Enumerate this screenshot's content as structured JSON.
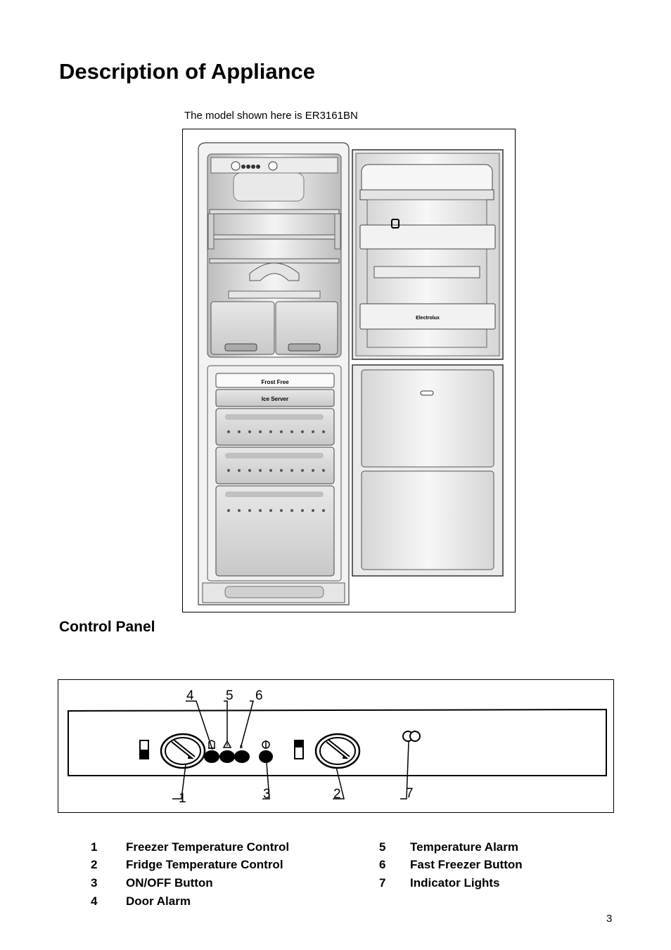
{
  "page": {
    "title": "Description of Appliance",
    "model_caption": "The model shown here is ER3161BN",
    "page_number": "3"
  },
  "illustration": {
    "frost_free_label": "Frost Free",
    "ice_server_label": "Ice Server",
    "brand_label": "Electrolux"
  },
  "control_panel": {
    "heading": "Control Panel",
    "callouts": [
      "1",
      "2",
      "3",
      "4",
      "5",
      "6",
      "7"
    ]
  },
  "legend": [
    {
      "num": "1",
      "label": "Freezer Temperature Control"
    },
    {
      "num": "2",
      "label": "Fridge Temperature Control"
    },
    {
      "num": "3",
      "label": "ON/OFF Button"
    },
    {
      "num": "4",
      "label": "Door Alarm"
    },
    {
      "num": "5",
      "label": "Temperature Alarm"
    },
    {
      "num": "6",
      "label": "Fast Freezer Button"
    },
    {
      "num": "7",
      "label": "Indicator Lights"
    }
  ]
}
